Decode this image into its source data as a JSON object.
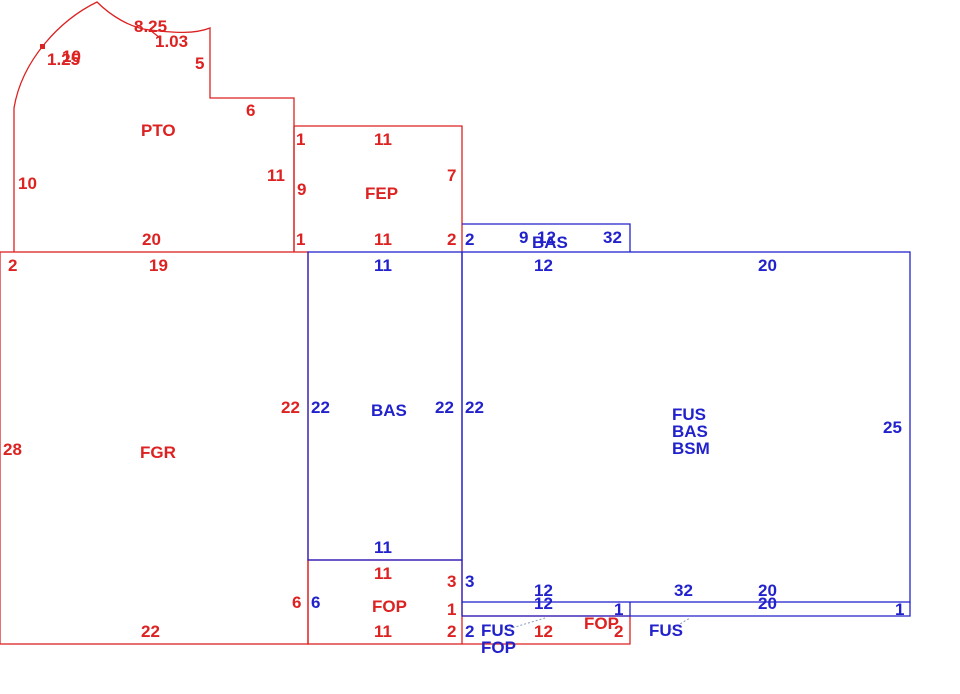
{
  "areas": {
    "pto": "PTO",
    "fep": "FEP",
    "fgr": "FGR",
    "bas_center": "BAS",
    "bas_top": "BAS",
    "fus_main": "FUS",
    "bas_main": "BAS",
    "bsm_main": "BSM",
    "fop_lower": "FOP",
    "fus_bottom": "FUS",
    "fop_bottom": "FOP",
    "fop_right": "FOP",
    "fus_right": "FUS"
  },
  "dimensions": {
    "pto_arc": "8.25",
    "pto_103": "1.03",
    "pto_125": "1.25",
    "pto_10a": "10",
    "pto_5": "5",
    "pto_6": "6",
    "pto_10": "10",
    "pto_11": "11",
    "pto_20": "20",
    "fep_1a": "1",
    "fep_11a": "11",
    "fep_9": "9",
    "fep_7": "7",
    "fep_1b": "1",
    "fep_11b": "11",
    "fep_2": "2",
    "fgr_2": "2",
    "fgr_19": "19",
    "fgr_28": "28",
    "fgr_22r": "22",
    "fgr_22b": "22",
    "bas_11t": "11",
    "bas_22l": "22",
    "bas_22r": "22",
    "bas_11b": "11",
    "bastop_2": "2",
    "bastop_9": "9",
    "bastop_12": "12",
    "bastop_32": "32",
    "main_12": "12",
    "main_20": "20",
    "main_22": "22",
    "main_25": "25",
    "main_3": "3",
    "main_12b": "12",
    "main_32": "32",
    "main_20b": "20",
    "main_1": "1",
    "fop_11t": "11",
    "fop_3": "3",
    "fop_6l": "6",
    "fop_6r": "6",
    "fop_1": "1",
    "fop_11b": "11",
    "fop_2": "2",
    "strip_12": "12",
    "strip_20": "20",
    "strip_1": "1",
    "bot_2": "2",
    "bot_12": "12",
    "bot_2r": "2"
  }
}
